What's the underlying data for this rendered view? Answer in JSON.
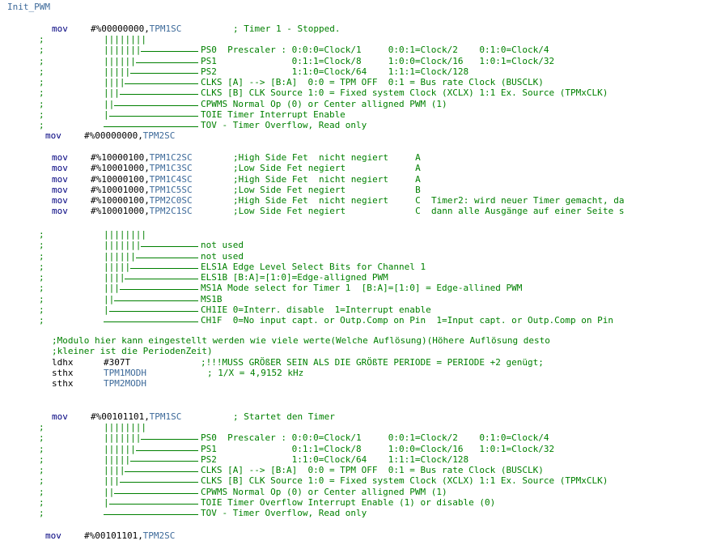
{
  "editor": {
    "label": "Init_PWM",
    "block1": {
      "l1": {
        "op": "mov",
        "imm": "#%00000000",
        "reg": "TPM1SC",
        "cmt": "; Timer 1 - Stopped."
      },
      "bits": "||||||||",
      "tree": [
        {
          "pfx": "; ",
          "bars": "|||||||",
          "lead": "______",
          "text": "PS0  Prescaler : 0:0:0=Clock/1     0:0:1=Clock/2    0:1:0=Clock/4"
        },
        {
          "pfx": "; ",
          "bars": "||||||",
          "lead": "________",
          "text": "PS1              0:1:1=Clock/8     1:0:0=Clock/16   1:0:1=Clock/32"
        },
        {
          "pfx": "; ",
          "bars": "|||||",
          "lead": "_________",
          "text": "PS2              1:1:0=Clock/64    1:1:1=Clock/128"
        },
        {
          "pfx": "; ",
          "bars": "||||",
          "lead": "__________",
          "text": "CLKS [A] --> [B:A]  0:0 = TPM OFF  0:1 = Bus rate Clock (BUSCLK)"
        },
        {
          "pfx": "; ",
          "bars": "|||",
          "lead": "___________",
          "text": "CLKS [B] CLK Source 1:0 = Fixed system Clock (XCLX) 1:1 Ex. Source (TPMxCLK)"
        },
        {
          "pfx": "; ",
          "bars": "||",
          "lead": "____________",
          "text": "CPWMS Normal Op (0) or Center alligned PWM (1)"
        },
        {
          "pfx": "; ",
          "bars": "|",
          "lead": "_____________",
          "text": "TOIE Timer Interrupt Enable"
        },
        {
          "pfx": "; ",
          "bars": "",
          "lead": "______________",
          "text": "TOV - Timer Overflow, Read only"
        }
      ],
      "l2": {
        "op": "mov",
        "imm": "#%00000000",
        "reg": "TPM2SC"
      }
    },
    "block2": [
      {
        "op": "mov",
        "imm": "#%10000100",
        "reg": "TPM1C2SC",
        "cmt": ";High Side Fet  nicht negiert     A"
      },
      {
        "op": "mov",
        "imm": "#%10001000",
        "reg": "TPM1C3SC",
        "cmt": ";Low Side Fet negiert             A"
      },
      {
        "op": "mov",
        "imm": "#%10000100",
        "reg": "TPM1C4SC",
        "cmt": ";High Side Fet  nicht negiert     A"
      },
      {
        "op": "mov",
        "imm": "#%10001000",
        "reg": "TPM1C5SC",
        "cmt": ";Low Side Fet negiert             B"
      },
      {
        "op": "mov",
        "imm": "#%10000100",
        "reg": "TPM2C0SC",
        "cmt": ";High Side Fet  nicht negiert     C  Timer2: wird neuer Timer gemacht, da"
      },
      {
        "op": "mov",
        "imm": "#%10001000",
        "reg": "TPM2C1SC",
        "cmt": ";Low Side Fet negiert             C  dann alle Ausgänge auf einer Seite s"
      }
    ],
    "block3": {
      "bits": "||||||||",
      "tree": [
        {
          "text": "not used"
        },
        {
          "text": "not used"
        },
        {
          "text": "ELS1A Edge Level Select Bits for Channel 1"
        },
        {
          "text": "ELS1B [B:A]=[1:0]=Edge-alligned PWM"
        },
        {
          "text": "MS1A Mode select for Timer 1  [B:A]=[1:0] = Edge-allined PWM"
        },
        {
          "text": "MS1B"
        },
        {
          "text": "CH1IE 0=Interr. disable  1=Interrupt enable"
        },
        {
          "text": "CH1F  0=No input capt. or Outp.Comp on Pin  1=Input capt. or Outp.Comp on Pin"
        }
      ]
    },
    "block4": {
      "c1": ";Modulo hier kann eingestellt werden wie viele werte(Welche Auflösung)(Höhere Auflösung desto",
      "c2": ";kleiner ist die PeriodenZeit)",
      "ldhx": {
        "op": "ldhx",
        "imm": "#307T",
        "cmt": ";!!!MUSS GRÖßER SEIN ALS DIE GRÖßTE PERIODE = PERIODE +2 genügt;"
      },
      "sthx1": {
        "op": "sthx",
        "reg": "TPM1MODH",
        "cmt": "; 1/X = 4,9152 kHz"
      },
      "sthx2": {
        "op": "sthx",
        "reg": "TPM2MODH"
      }
    },
    "block5": {
      "l1": {
        "op": "mov",
        "imm": "#%00101101",
        "reg": "TPM1SC",
        "cmt": "; Startet den Timer"
      },
      "bits": "||||||||",
      "tree": [
        {
          "text": "PS0  Prescaler : 0:0:0=Clock/1     0:0:1=Clock/2    0:1:0=Clock/4"
        },
        {
          "text": "PS1              0:1:1=Clock/8     1:0:0=Clock/16   1:0:1=Clock/32"
        },
        {
          "text": "PS2              1:1:0=Clock/64    1:1:1=Clock/128"
        },
        {
          "text": "CLKS [A] --> [B:A]  0:0 = TPM OFF  0:1 = Bus rate Clock (BUSCLK)"
        },
        {
          "text": "CLKS [B] CLK Source 1:0 = Fixed system Clock (XCLX) 1:1 Ex. Source (TPMxCLK)"
        },
        {
          "text": "CPWMS Normal Op (0) or Center alligned PWM (1)"
        },
        {
          "text": "TOIE Timer Overflow Interrupt Enable (1) or disable (0)"
        },
        {
          "text": "TOV - Timer Overflow, Read only"
        }
      ],
      "l2": {
        "op": "mov",
        "imm": "#%00101101",
        "reg": "TPM2SC"
      }
    }
  }
}
